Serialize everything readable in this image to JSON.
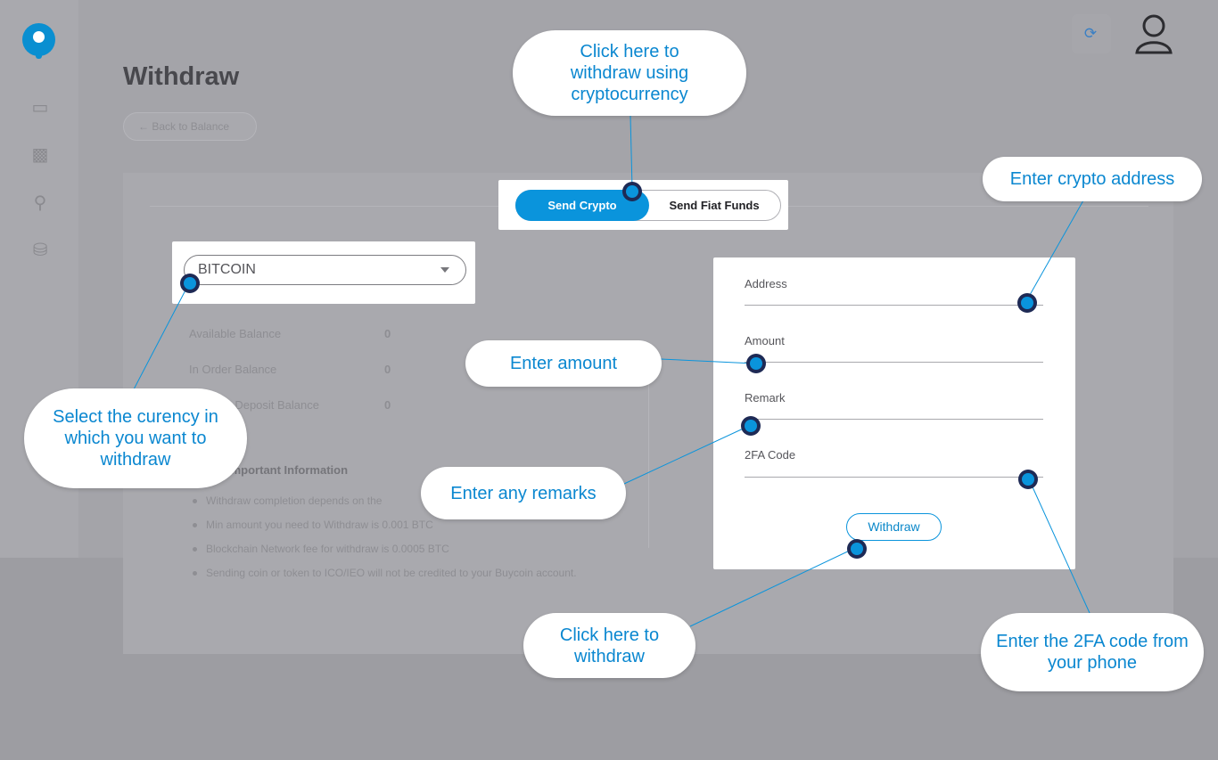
{
  "page": {
    "title": "Withdraw",
    "back_label": "← Back to Balance"
  },
  "sidebar": {
    "icons": [
      "wallet-icon",
      "monitor-icon",
      "users-icon",
      "cart-icon"
    ]
  },
  "header": {
    "sync_icon": "sync-icon",
    "avatar_icon": "user-icon"
  },
  "tabs": {
    "crypto_label": "Send Crypto",
    "fiat_label": "Send Fiat Funds",
    "active": "Send Crypto"
  },
  "currency_select": {
    "value": "BITCOIN"
  },
  "balances": [
    {
      "label": "Available Balance",
      "value": "0"
    },
    {
      "label": "In Order Balance",
      "value": "0"
    },
    {
      "label": "Pending Deposit Balance",
      "value": "0"
    }
  ],
  "info": {
    "title": "Important Information",
    "items": [
      "Withdraw completion depends on the",
      "Min amount you need to Withdraw is 0.001 BTC",
      "Blockchain Network fee for withdraw is 0.0005 BTC",
      "Sending coin or token to ICO/IEO will not be credited to your Buycoin account."
    ]
  },
  "form": {
    "address_label": "Address",
    "amount_label": "Amount",
    "remark_label": "Remark",
    "twofa_label": "2FA Code",
    "withdraw_label": "Withdraw"
  },
  "callouts": {
    "crypto": "Click here to withdraw using cryptocurrency",
    "currency": "Select the curency in which you want to withdraw",
    "amount": "Enter amount",
    "remarks": "Enter any remarks",
    "address": "Enter crypto address",
    "withdraw": "Click here to withdraw",
    "twofa": "Enter the 2FA code from your phone"
  },
  "colors": {
    "accent": "#0a94dc",
    "callout_text": "#0a87d0",
    "overlay": "#9d9da2",
    "marker_ring": "#1e2a55"
  }
}
